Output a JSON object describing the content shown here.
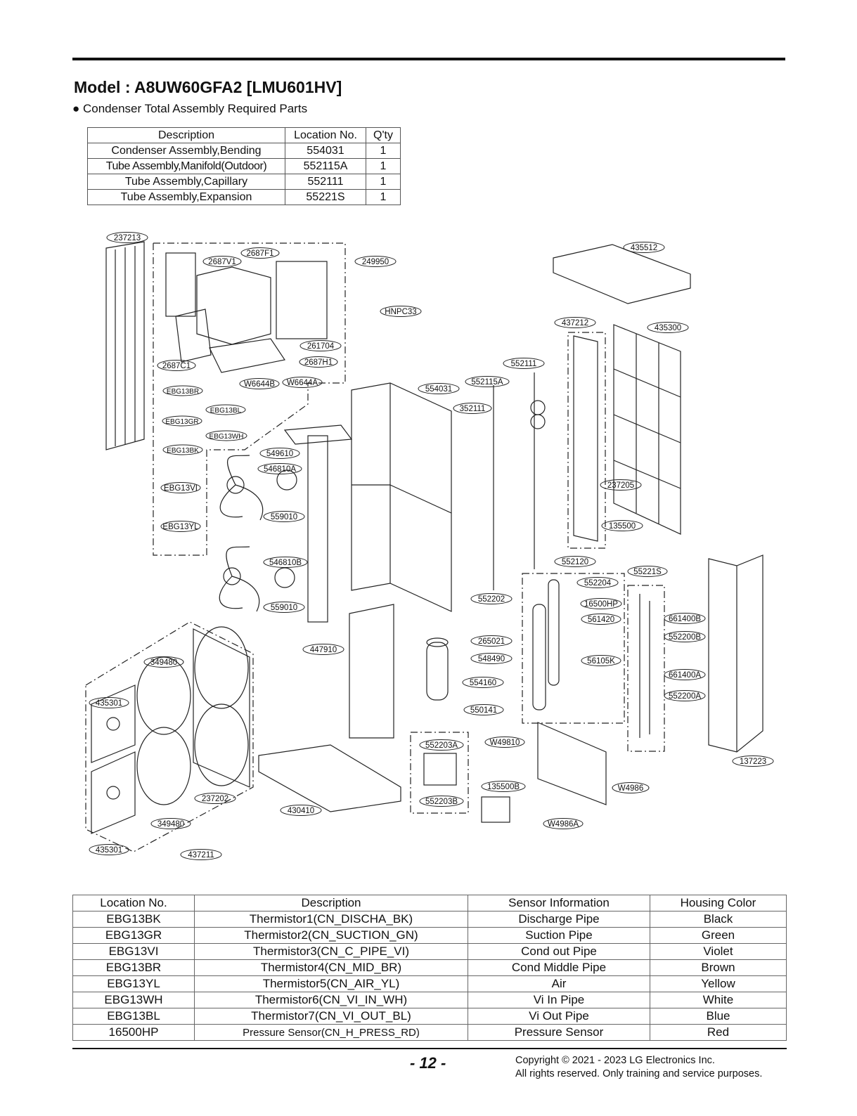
{
  "header": {
    "model_title": "Model : A8UW60GFA2 [LMU601HV]",
    "subtitle": "● Condenser Total Assembly Required Parts"
  },
  "required_parts": {
    "columns": [
      "Description",
      "Location No.",
      "Q'ty"
    ],
    "rows": [
      [
        "Condenser Assembly,Bending",
        "554031",
        "1"
      ],
      [
        "Tube Assembly,Manifold(Outdoor)",
        "552115A",
        "1"
      ],
      [
        "Tube Assembly,Capillary",
        "552111",
        "1"
      ],
      [
        "Tube Assembly,Expansion",
        "55221S",
        "1"
      ]
    ]
  },
  "callouts": [
    "237213",
    "2687F1",
    "2687V1",
    "249950",
    "435512",
    "HNPC33",
    "437212",
    "435300",
    "261704",
    "2687H1",
    "2687C1",
    "W6644B",
    "W6644A",
    "552111",
    "552115A",
    "554031",
    "EBG13BR",
    "EBG13BL",
    "EBG13GR",
    "EBG13WH",
    "EBG13BK",
    "352111",
    "549610",
    "546810A",
    "EBG13VI",
    "237205",
    "559010",
    "EBG13YL",
    "135500",
    "546810B",
    "552120",
    "55221S",
    "552204",
    "552202",
    "16500HP",
    "561420",
    "661400B",
    "559010",
    "552200B",
    "265021",
    "447910",
    "548490",
    "56105K",
    "349480",
    "661400A",
    "554160",
    "552200A",
    "435301",
    "550141",
    "552203A",
    "W49810",
    "137223",
    "W4986",
    "135500B",
    "237202",
    "552203B",
    "430410",
    "349480",
    "W4986A",
    "435301",
    "437211"
  ],
  "sensor_table": {
    "columns": [
      "Location No.",
      "Description",
      "Sensor Information",
      "Housing Color"
    ],
    "rows": [
      [
        "EBG13BK",
        "Thermistor1(CN_DISCHA_BK)",
        "Discharge Pipe",
        "Black"
      ],
      [
        "EBG13GR",
        "Thermistor2(CN_SUCTION_GN)",
        "Suction Pipe",
        "Green"
      ],
      [
        "EBG13VI",
        "Thermistor3(CN_C_PIPE_VI)",
        "Cond out Pipe",
        "Violet"
      ],
      [
        "EBG13BR",
        "Thermistor4(CN_MID_BR)",
        "Cond Middle Pipe",
        "Brown"
      ],
      [
        "EBG13YL",
        "Thermistor5(CN_AIR_YL)",
        "Air",
        "Yellow"
      ],
      [
        "EBG13WH",
        "Thermistor6(CN_VI_IN_WH)",
        "Vi In Pipe",
        "White"
      ],
      [
        "EBG13BL",
        "Thermistor7(CN_VI_OUT_BL)",
        "Vi Out Pipe",
        "Blue"
      ],
      [
        "16500HP",
        "Pressure Sensor(CN_H_PRESS_RD)",
        "Pressure Sensor",
        "Red"
      ]
    ]
  },
  "footer": {
    "page_number": "- 12 -",
    "copyright_line1": "Copyright © 2021 - 2023 LG Electronics Inc.",
    "copyright_line2": "All rights reserved. Only training and service purposes."
  }
}
